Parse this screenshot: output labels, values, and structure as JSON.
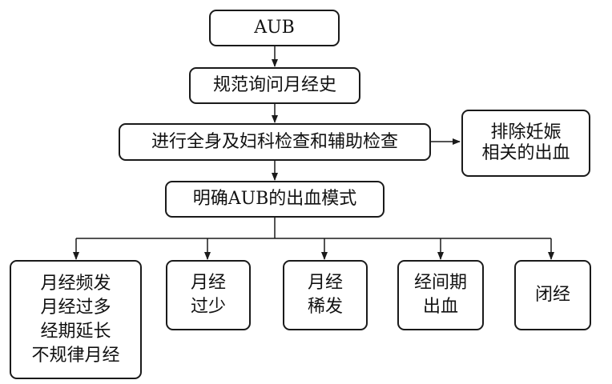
{
  "flowchart": {
    "start": "AUB",
    "history": "规范询问月经史",
    "exam": "进行全身及妇科检查和辅助检查",
    "exclusion": [
      "排除妊娠",
      "相关的出血"
    ],
    "pattern": "明确AUB的出血模式",
    "outcomes": [
      {
        "id": "frequent-heavy-irregular",
        "lines": [
          "月经频发",
          "月经过多",
          "经期延长",
          "不规律月经"
        ]
      },
      {
        "id": "scanty",
        "lines": [
          "月经",
          "过少"
        ]
      },
      {
        "id": "infrequent",
        "lines": [
          "月经",
          "稀发"
        ]
      },
      {
        "id": "intermenstrual",
        "lines": [
          "经间期",
          "出血"
        ]
      },
      {
        "id": "amenorrhea",
        "lines": [
          "闭经"
        ]
      }
    ]
  }
}
